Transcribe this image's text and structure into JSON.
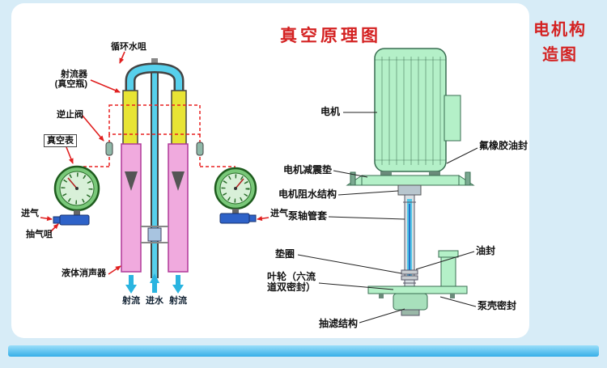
{
  "titles": {
    "vacuum": "真空原理图",
    "motor_line1": "电机构",
    "motor_line2": "造图"
  },
  "vacuum": {
    "circulating_nozzle": "循环水咀",
    "jet_device_l1": "射流器",
    "jet_device_l2": "(真空瓶)",
    "check_valve": "逆止阀",
    "vacuum_gauge": "真空表",
    "air_inlet_left": "进气",
    "air_inlet_right": "进气",
    "suction_nozzle": "抽气咀",
    "liquid_muffler": "液体消声器",
    "jet_left": "射流",
    "water_in": "进水",
    "jet_right": "射流"
  },
  "motor": {
    "motor": "电机",
    "fkm_oil_seal": "氟橡胶油封",
    "damping_pad": "电机减震垫",
    "water_block": "电机阻水结构",
    "shaft_sleeve": "泵轴管套",
    "washer": "垫圈",
    "oil_seal": "油封",
    "impeller_l1": "叶轮（六流",
    "impeller_l2": "道双密封）",
    "shell_seal": "泵壳密封",
    "suction_filter": "抽滤结构"
  },
  "colors": {
    "title_red": "#d42222",
    "label_black": "#111111",
    "pipe_cyan": "#57d0ec",
    "ejector_yellow": "#e8e434",
    "column_pink": "#f0aade",
    "gauge_green": "#79c879",
    "valve_blue": "#2e62c8",
    "dashed_red": "#e82020",
    "motor_green": "#b4f0c8",
    "bottom_bar_blue": "#45b4ea",
    "background_blue": "#d7ecf7"
  }
}
